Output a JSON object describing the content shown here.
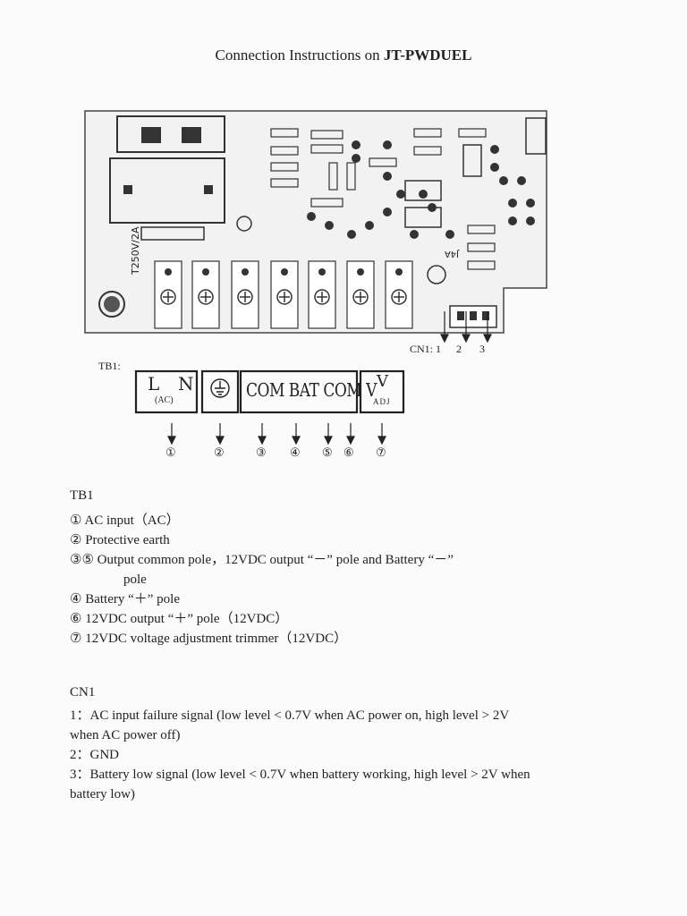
{
  "title": {
    "prefix": "Connection Instructions on",
    "model": "JT-PWDUEL"
  },
  "board": {
    "fuse_label": "T250V/2A",
    "tb_label": "TB1",
    "jumper_label": "J4A",
    "cn1_caption": "CN1: 1",
    "cn1_pin2": "2",
    "cn1_pin3": "3",
    "cn1_part": "CN1"
  },
  "terminal_block": {
    "label": "TB1:",
    "box1_top_left": "L",
    "box1_top_right": "N",
    "box1_sub": "(AC)",
    "box3_text": "COM BAT COM V",
    "box4_top": "V",
    "box4_sub": "ADJ",
    "markers": [
      "①",
      "②",
      "③",
      "④",
      "⑤",
      "⑥",
      "⑦"
    ]
  },
  "tb1_section": {
    "heading": "TB1",
    "items": [
      "① AC input（AC）",
      "② Protective earth",
      "③⑤ Output common pole，12VDC output “－” pole and Battery “－”",
      "pole",
      "④ Battery “＋” pole",
      "⑥ 12VDC output “＋” pole（12VDC）",
      "⑦ 12VDC voltage adjustment trimmer（12VDC）"
    ]
  },
  "cn1_section": {
    "heading": "CN1",
    "lines": [
      "1：AC input failure signal (low level < 0.7V when AC power on, high level > 2V",
      "when AC power off)",
      "2：GND",
      "3：Battery low signal (low level < 0.7V when battery working, high level > 2V when",
      "battery low)"
    ]
  }
}
